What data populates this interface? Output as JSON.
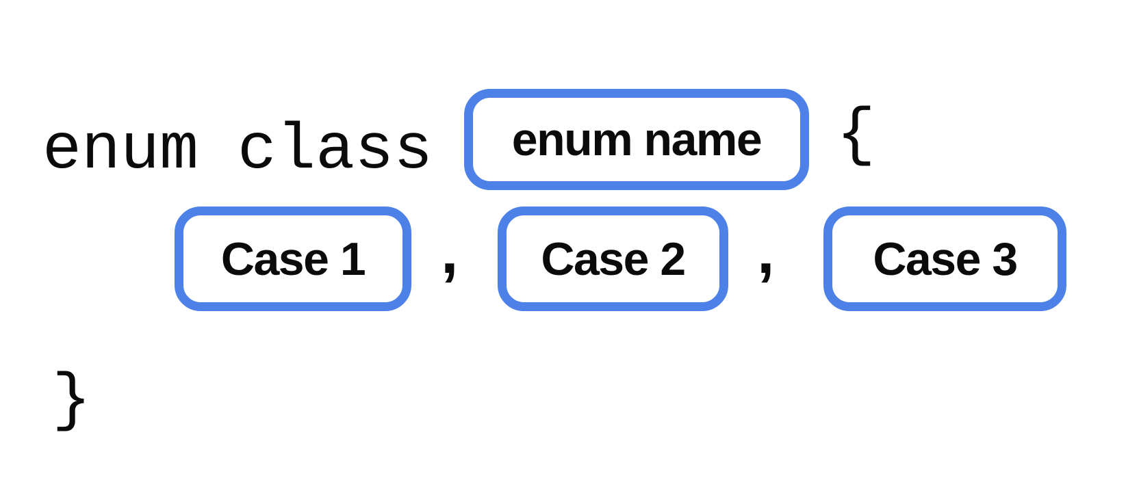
{
  "diagram": {
    "title_semantic": "enum class syntax diagram",
    "keyword": "enum class",
    "open_brace": "{",
    "close_brace": "}",
    "enum_name_placeholder": "enum name",
    "cases": [
      "Case 1",
      "Case 2",
      "Case 3"
    ],
    "separator": ",",
    "colors": {
      "box_border": "#4e81e8",
      "text": "#0b0b0b",
      "background": "#ffffff"
    }
  }
}
